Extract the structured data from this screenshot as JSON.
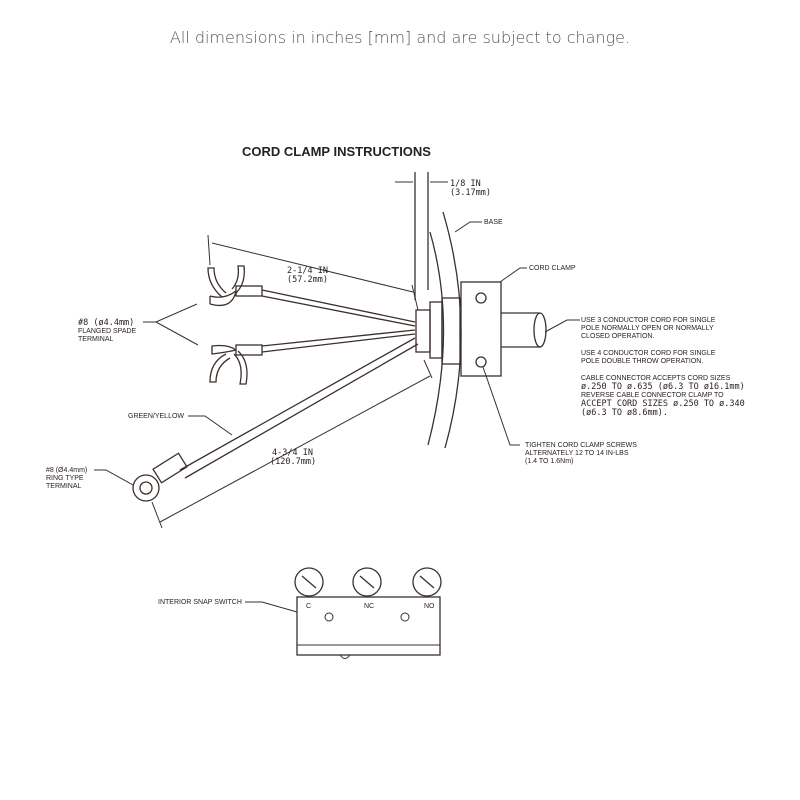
{
  "header": "All dimensions in inches [mm] and are subject to change.",
  "diagram": {
    "title": "CORD CLAMP INSTRUCTIONS",
    "dim_panel": [
      "1/8 IN",
      "(3.17mm)"
    ],
    "dim_spade": [
      "2-1/4 IN",
      "(57.2mm)"
    ],
    "dim_ring": [
      "4-3/4 IN",
      "(120.7mm)"
    ],
    "base": "BASE",
    "cord_clamp": "CORD CLAMP",
    "spade_label": [
      "#8 (ø4.4mm)",
      "FLANGED SPADE",
      "TERMINAL"
    ],
    "green_yellow": "GREEN/YELLOW",
    "ring_label": [
      "#8 (Ø4.4mm)",
      "RING TYPE",
      "TERMINAL"
    ],
    "note_3cond": [
      "USE 3 CONDUCTOR CORD FOR SINGLE",
      "POLE NORMALLY OPEN OR NORMALLY",
      "CLOSED OPERATION."
    ],
    "note_4cond": [
      "USE 4 CONDUCTOR CORD FOR SINGLE",
      "POLE DOUBLE THROW OPERATION."
    ],
    "note_cable": [
      "CABLE CONNECTOR ACCEPTS CORD SIZES",
      "ø.250 TO ø.635 (ø6.3 TO ø16.1mm)",
      "REVERSE CABLE CONNECTOR CLAMP TO",
      "ACCEPT CORD SIZES ø.250 TO ø.340",
      "(ø6.3 TO ø8.6mm)."
    ],
    "note_tighten": [
      "TIGHTEN CORD CLAMP SCREWS",
      "ALTERNATELY 12 TO 14 IN-LBS",
      "(1.4 TO 1.6Nm)"
    ],
    "switch_label": "INTERIOR SNAP SWITCH",
    "terminals": [
      "C",
      "NC",
      "NO"
    ]
  }
}
